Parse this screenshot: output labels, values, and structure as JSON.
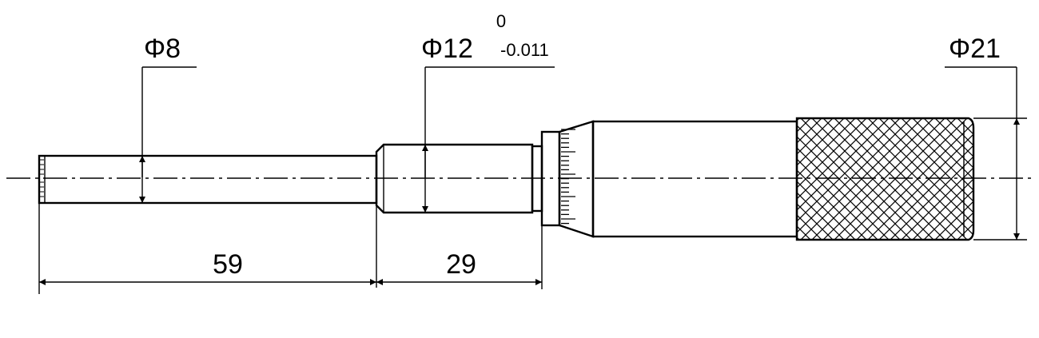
{
  "dimensions": {
    "spindle_diameter": "Φ8",
    "sleeve_diameter": "Φ12",
    "sleeve_tol_upper": "0",
    "sleeve_tol_lower": "-0.011",
    "thimble_diameter": "Φ21",
    "spindle_length": "59",
    "sleeve_length": "29"
  },
  "colors": {
    "line": "#000000",
    "background": "#ffffff"
  }
}
